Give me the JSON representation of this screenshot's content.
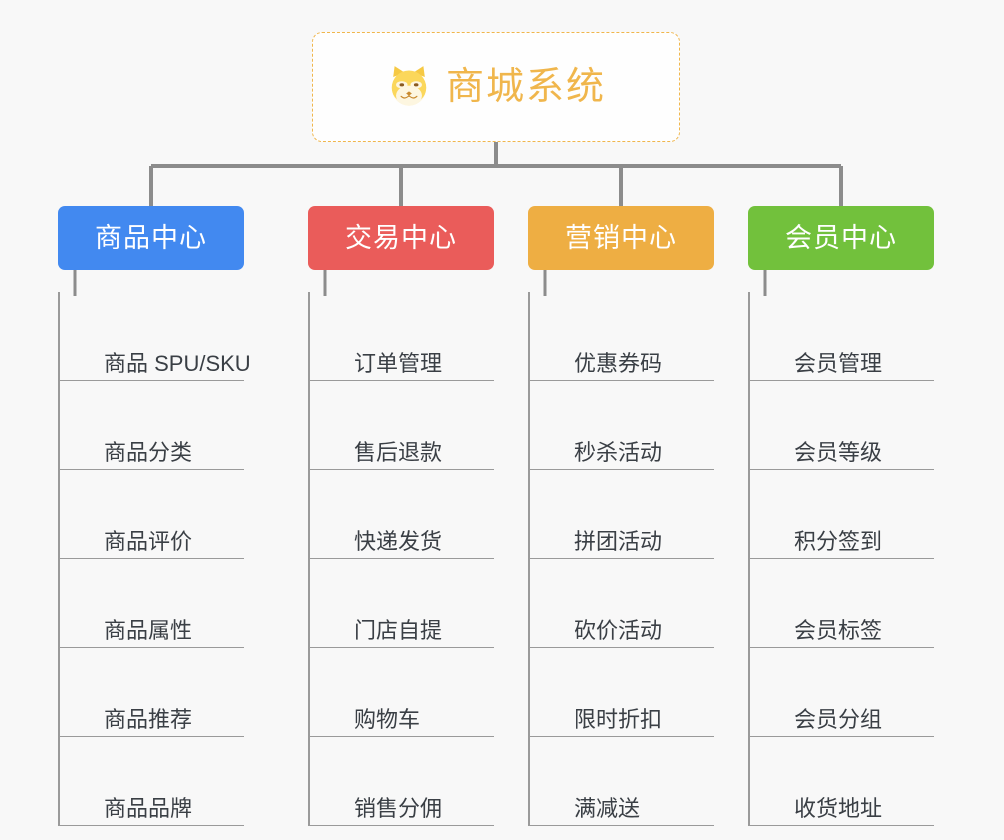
{
  "diagram": {
    "background_color": "#f8f8f8",
    "connector_color": "#8c8c8c",
    "root": {
      "title": "商城系统",
      "icon": "shiba-dog-face-icon",
      "border_color": "#f0b64c",
      "text_color": "#f0b64c",
      "background_color": "#fefefe"
    },
    "columns": [
      {
        "header": "商品中心",
        "color": "#4289f0",
        "items": [
          "商品 SPU/SKU",
          "商品分类",
          "商品评价",
          "商品属性",
          "商品推荐",
          "商品品牌"
        ]
      },
      {
        "header": "交易中心",
        "color": "#ea5c5a",
        "items": [
          "订单管理",
          "售后退款",
          "快递发货",
          "门店自提",
          "购物车",
          "销售分佣"
        ]
      },
      {
        "header": "营销中心",
        "color": "#eeae43",
        "items": [
          "优惠券码",
          "秒杀活动",
          "拼团活动",
          "砍价活动",
          "限时折扣",
          "满减送"
        ]
      },
      {
        "header": "会员中心",
        "color": "#72c13c",
        "items": [
          "会员管理",
          "会员等级",
          "积分签到",
          "会员标签",
          "会员分组",
          "收货地址"
        ]
      }
    ]
  }
}
